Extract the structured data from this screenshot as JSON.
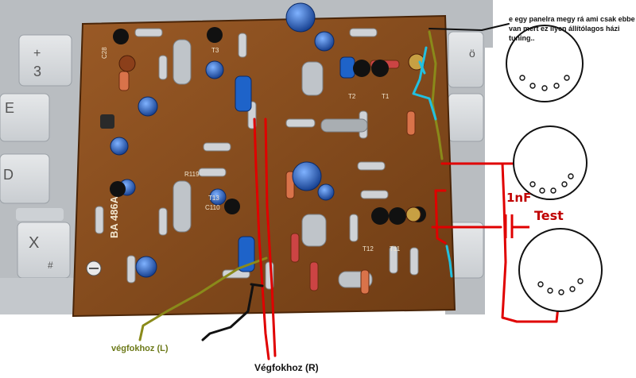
{
  "annotations": {
    "note_top": "e egy panelra megy rá ami csak ebbe van mert ez ilyen állítólagos házi tuning..",
    "label_left": "végfokhoz (L)",
    "label_right": "Végfokhoz (R)",
    "capacitor": "1nF",
    "test": "Test"
  },
  "board_silkscreen": {
    "part_number": "BA 486A-1",
    "components": [
      "T3",
      "T2",
      "T1",
      "C28",
      "T12",
      "T11",
      "T13",
      "C110",
      "R119"
    ]
  },
  "keyboard_keys": [
    "3",
    "E",
    "D",
    "X",
    "#",
    "ö"
  ],
  "wire_colors": {
    "red": "#e00000",
    "black": "#111111",
    "olive": "#8a8a1a",
    "cyan": "#22c0e0"
  }
}
